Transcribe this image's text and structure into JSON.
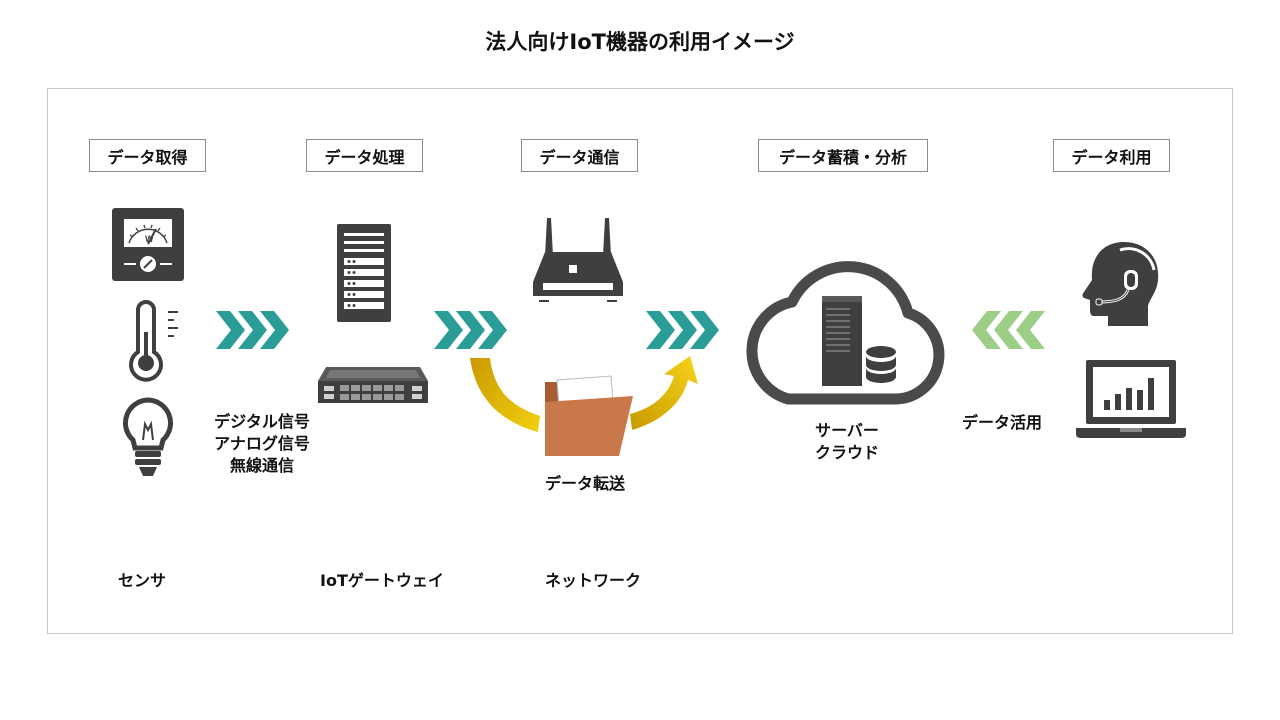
{
  "title": "法人向けIoT機器の利用イメージ",
  "stages": [
    {
      "label": "データ取得"
    },
    {
      "label": "データ処理"
    },
    {
      "label": "データ通信"
    },
    {
      "label": "データ蓄積・分析"
    },
    {
      "label": "データ利用"
    }
  ],
  "labels": {
    "signal_types": [
      "デジタル信号",
      "アナログ信号",
      "無線通信"
    ],
    "transfer": "データ転送",
    "server_cloud": [
      "サーバー",
      "クラウド"
    ],
    "utilization": "データ活用"
  },
  "devices": {
    "sensor": "センサ",
    "gateway": "IoTゲートウェイ",
    "network": "ネットワーク"
  },
  "colors": {
    "teal_arrow": "#2a9d96",
    "green_arrow": "#9ccf85",
    "gold_arrow": "#e8c000",
    "folder": "#c9784a",
    "icon_dark": "#3f3f3f"
  },
  "icons": [
    "meter-icon",
    "thermometer-icon",
    "lightbulb-icon",
    "server-tower-icon",
    "rack-server-icon",
    "router-icon",
    "folder-icon",
    "cloud-server-icon",
    "headset-person-icon",
    "laptop-chart-icon"
  ]
}
